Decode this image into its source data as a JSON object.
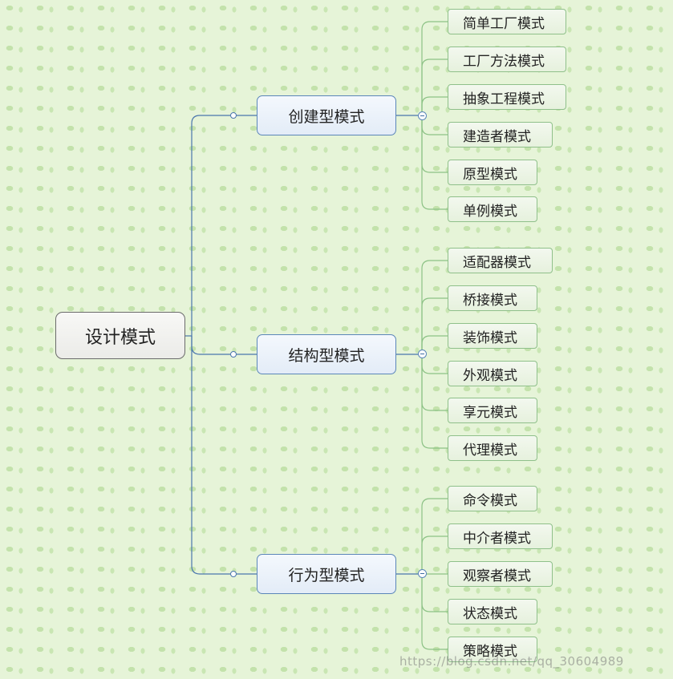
{
  "root": {
    "label": "设计模式"
  },
  "branches": [
    {
      "label": "创建型模式",
      "children": [
        "简单工厂模式",
        "工厂方法模式",
        "抽象工程模式",
        "建造者模式",
        "原型模式",
        "单例模式"
      ]
    },
    {
      "label": "结构型模式",
      "children": [
        "适配器模式",
        "桥接模式",
        "装饰模式",
        "外观模式",
        "享元模式",
        "代理模式"
      ]
    },
    {
      "label": "行为型模式",
      "children": [
        "命令模式",
        "中介者模式",
        "观察者模式",
        "状态模式",
        "策略模式"
      ]
    }
  ],
  "watermark": "https://blog.csdn.net/qq_30604989",
  "colors": {
    "background": "#e6f4d8",
    "root_to_branch_line": "#4a76ad",
    "branch_to_leaf_line": "#8cc285",
    "branch_border": "#5b86b9",
    "leaf_border": "#8fc08a"
  }
}
